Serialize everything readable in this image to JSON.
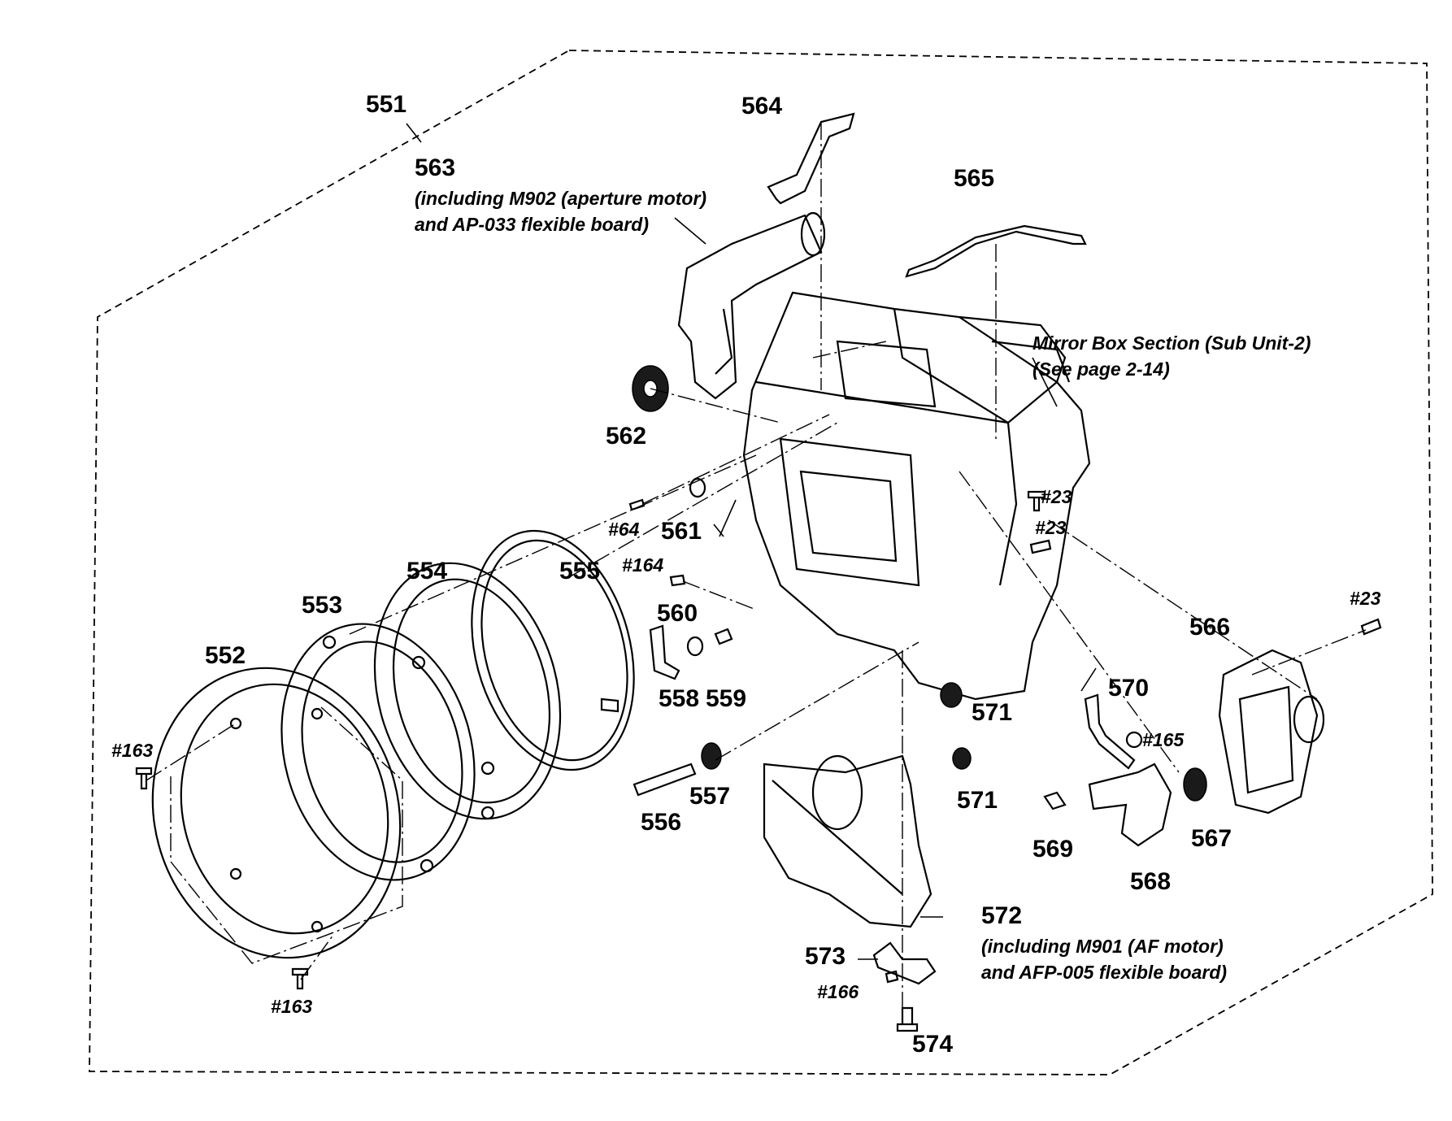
{
  "labels": {
    "p551": "551",
    "p552": "552",
    "p553": "553",
    "p554": "554",
    "p555": "555",
    "p556": "556",
    "p557": "557",
    "p558": "558",
    "p559": "559",
    "p560": "560",
    "p561": "561",
    "p562": "562",
    "p563": "563",
    "p564": "564",
    "p565": "565",
    "p566": "566",
    "p567": "567",
    "p568": "568",
    "p569": "569",
    "p570": "570",
    "p571a": "571",
    "p571b": "571",
    "p572": "572",
    "p573": "573",
    "p574": "574"
  },
  "screws": {
    "s23a": "#23",
    "s23b": "#23",
    "s23c": "#23",
    "s64": "#64",
    "s163a": "#163",
    "s163b": "#163",
    "s164": "#164",
    "s165": "#165",
    "s166": "#166"
  },
  "notes": {
    "n563_line1": "(including M902 (aperture motor)",
    "n563_line2": "and AP-033 flexible board)",
    "mirror_line1": "Mirror Box Section (Sub Unit-2)",
    "mirror_line2": "(See page 2-14)",
    "n572_line1": "(including M901 (AF motor)",
    "n572_line2": "and AFP-005 flexible board)"
  }
}
